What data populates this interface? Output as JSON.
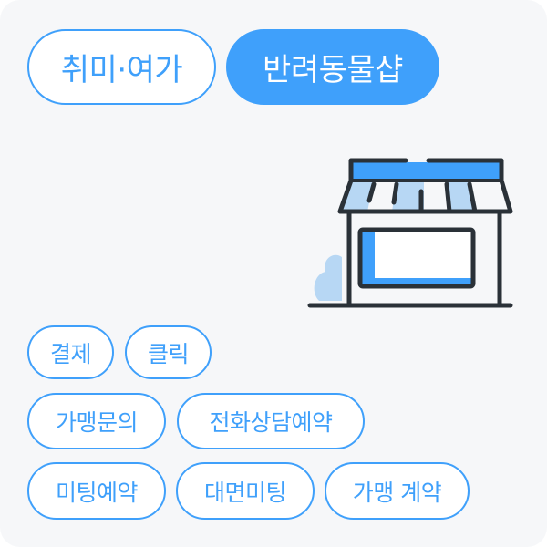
{
  "categories": {
    "primary": [
      {
        "label": "취미·여가",
        "selected": false
      },
      {
        "label": "반려동물샵",
        "selected": true
      }
    ]
  },
  "illustration": {
    "icon": "storefront-icon"
  },
  "tags": {
    "rows": [
      [
        {
          "label": "결제"
        },
        {
          "label": "클릭"
        }
      ],
      [
        {
          "label": "가맹문의"
        },
        {
          "label": "전화상담예약"
        }
      ],
      [
        {
          "label": "미팅예약"
        },
        {
          "label": "대면미팅"
        },
        {
          "label": "가맹 계약"
        }
      ]
    ]
  },
  "colors": {
    "accent": "#3fa0fb",
    "accent_light": "#b7d7f4",
    "outline_dark": "#2a3138",
    "background": "#f6f7f9"
  }
}
